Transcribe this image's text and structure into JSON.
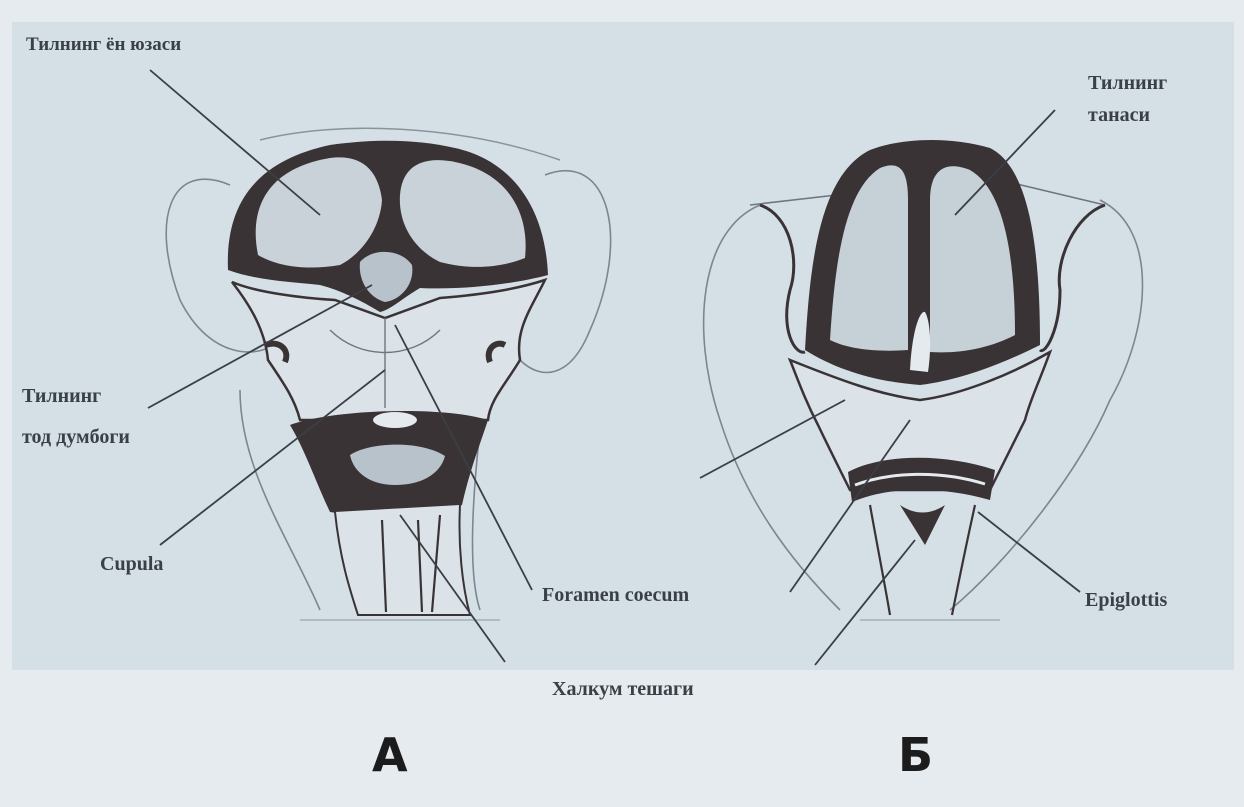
{
  "labels": {
    "top_left": "Тилнинг ён юзаси",
    "tongue_root_left": "Тилнинг",
    "tongue_root_left_2": "тод думбоги",
    "cupula": "Cupula",
    "foramen": "Foramen coecum",
    "pharynx": "Халкум тешаги",
    "tongue_body_right": "Тилнинг",
    "tongue_body_right_2": "танаси",
    "epiglottis": "Epiglottis"
  },
  "panels": {
    "left": "А",
    "right": "Б"
  },
  "colors": {
    "background": "#d5dfe6",
    "caption_band": "#e6ebef",
    "ink": "#2e2a2c",
    "label": "#3a4048"
  }
}
